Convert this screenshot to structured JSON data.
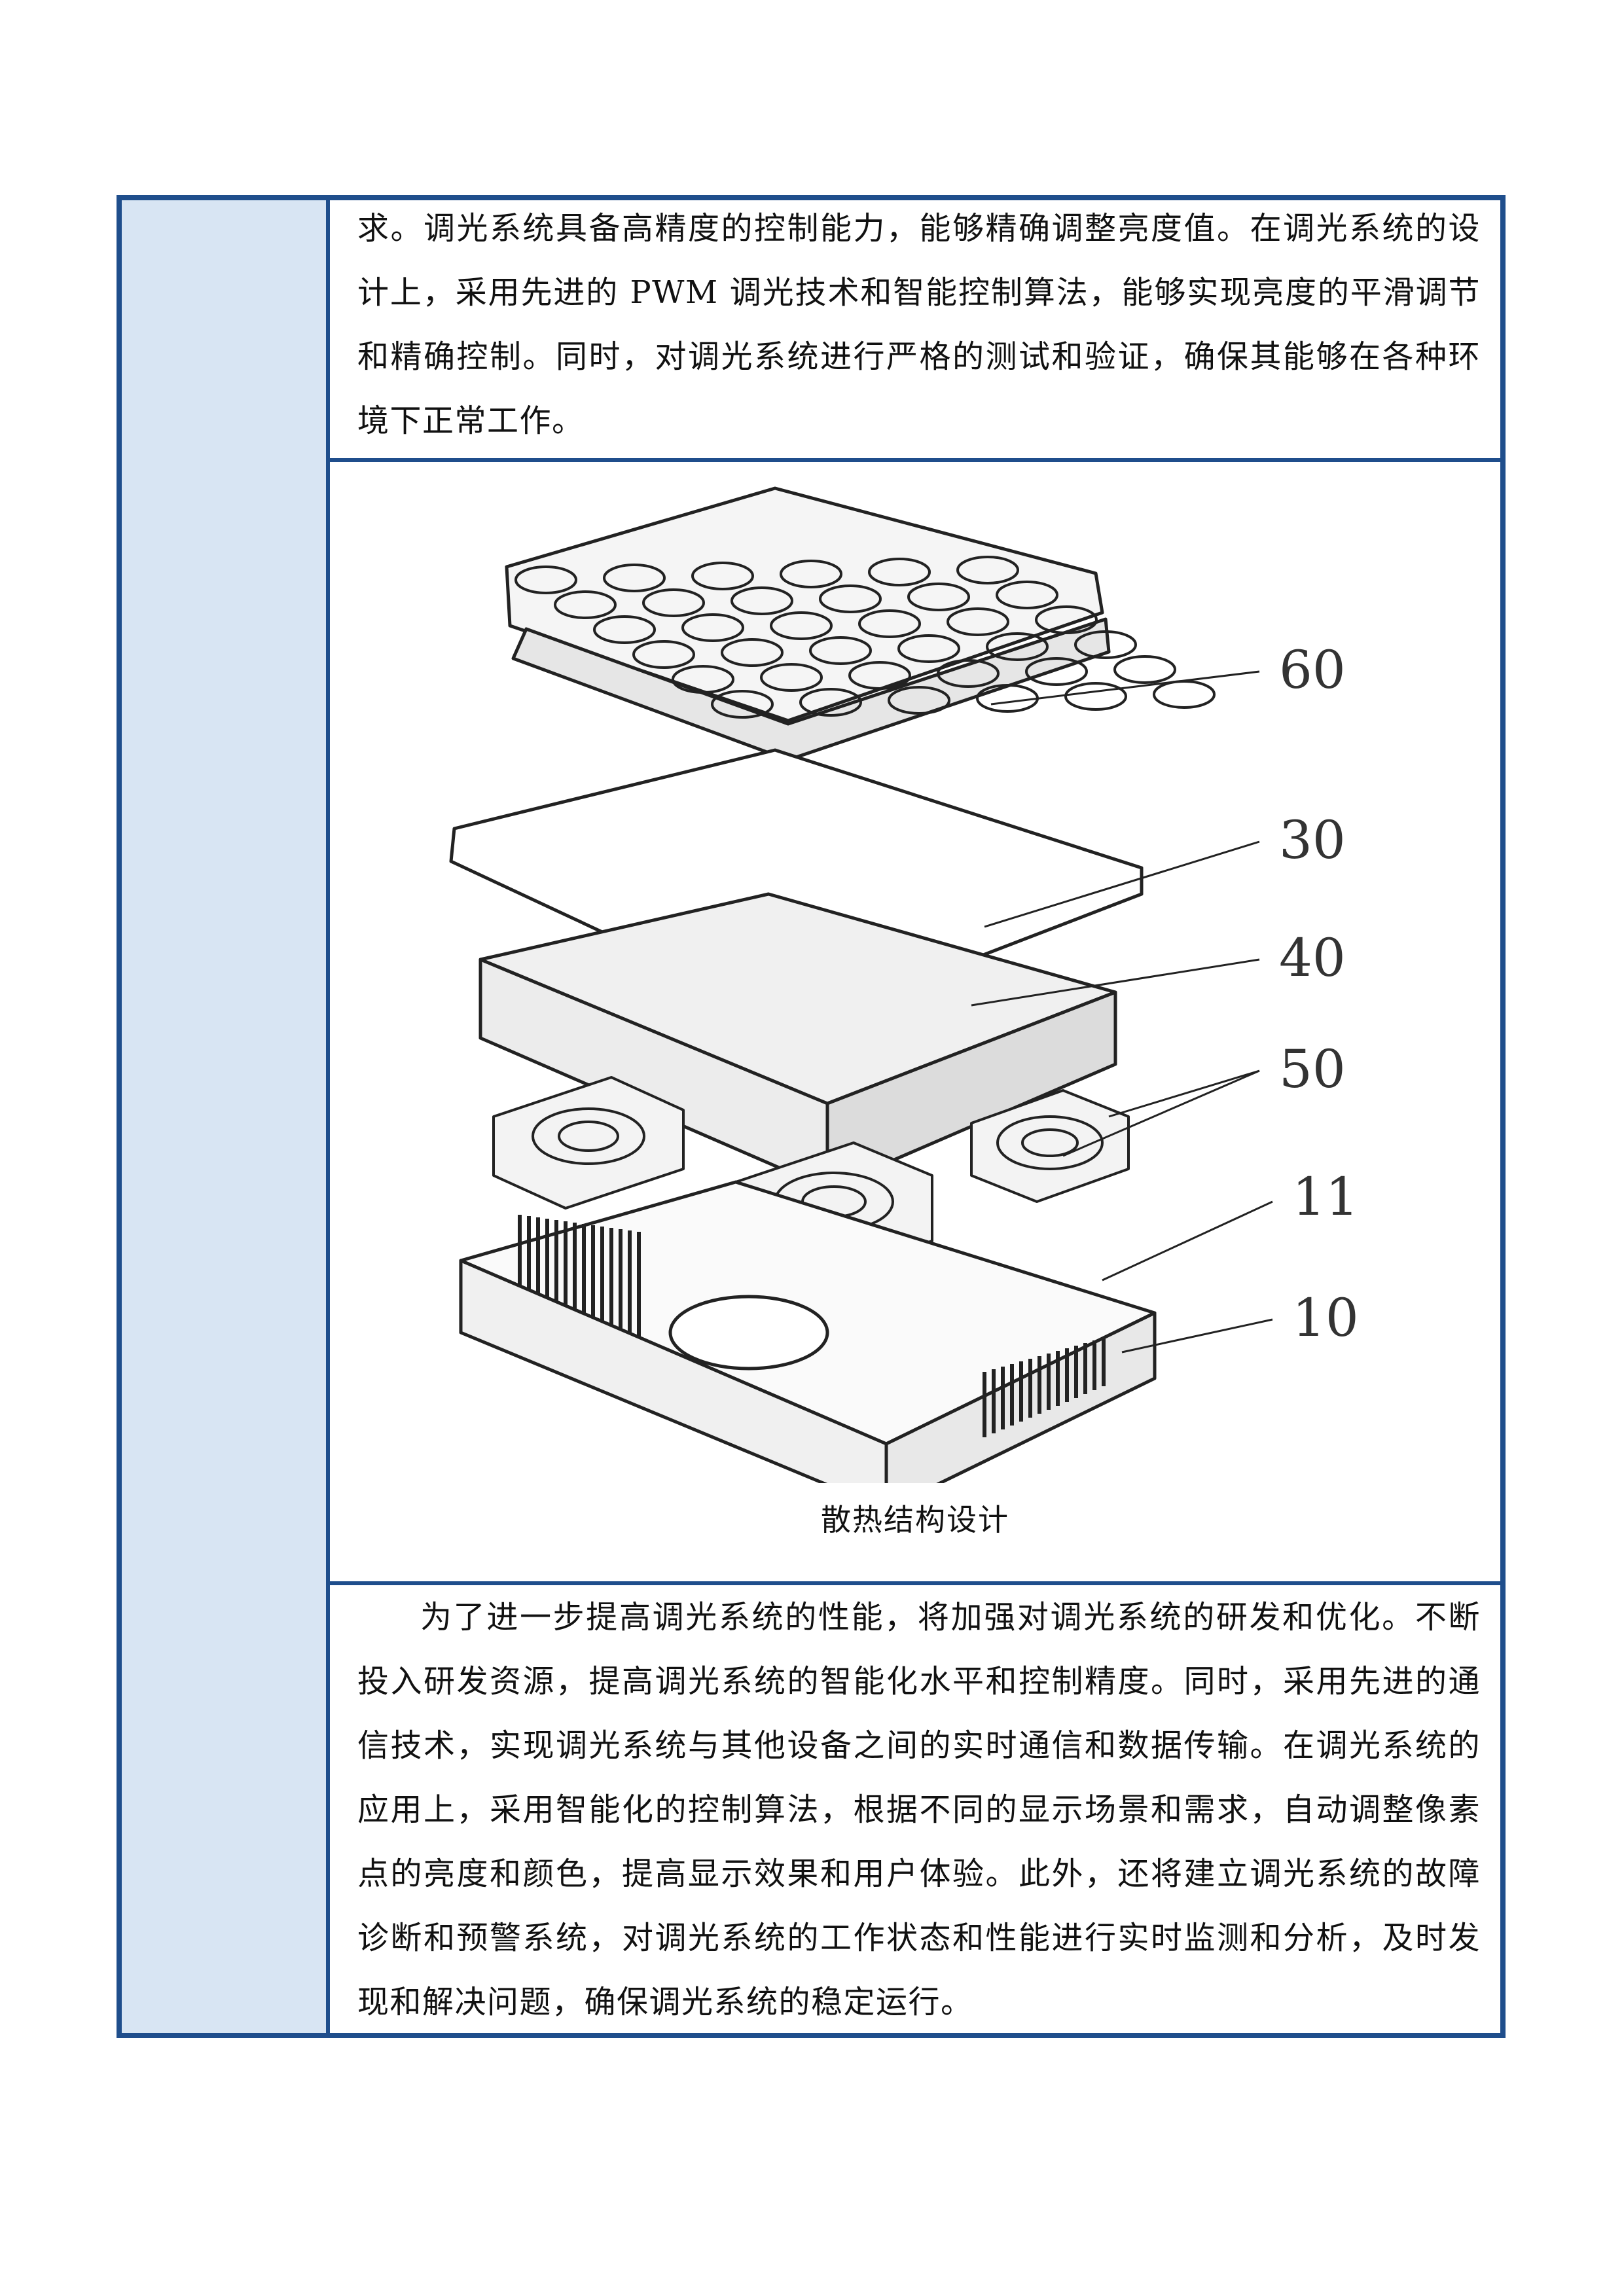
{
  "paragraphs": {
    "top": "求。调光系统具备高精度的控制能力，能够精确调整亮度值。在调光系统的设计上，采用先进的 PWM 调光技术和智能控制算法，能够实现亮度的平滑调节和精确控制。同时，对调光系统进行严格的测试和验证，确保其能够在各种环境下正常工作。",
    "bottom": "为了进一步提高调光系统的性能，将加强对调光系统的研发和优化。不断投入研发资源，提高调光系统的智能化水平和控制精度。同时，采用先进的通信技术，实现调光系统与其他设备之间的实时通信和数据传输。在调光系统的应用上，采用智能化的控制算法，根据不同的显示场景和需求，自动调整像素点的亮度和颜色，提高显示效果和用户体验。此外，还将建立调光系统的故障诊断和预警系统，对调光系统的工作状态和性能进行实时监测和分析，及时发现和解决问题，确保调光系统的稳定运行。"
  },
  "figure": {
    "caption": "散热结构设计",
    "labels": {
      "l60": "60",
      "l30": "30",
      "l40": "40",
      "l50": "50",
      "l11": "11",
      "l10": "10"
    }
  },
  "colors": {
    "border": "#1f4e8c",
    "sidebar": "#d8e5f3"
  }
}
